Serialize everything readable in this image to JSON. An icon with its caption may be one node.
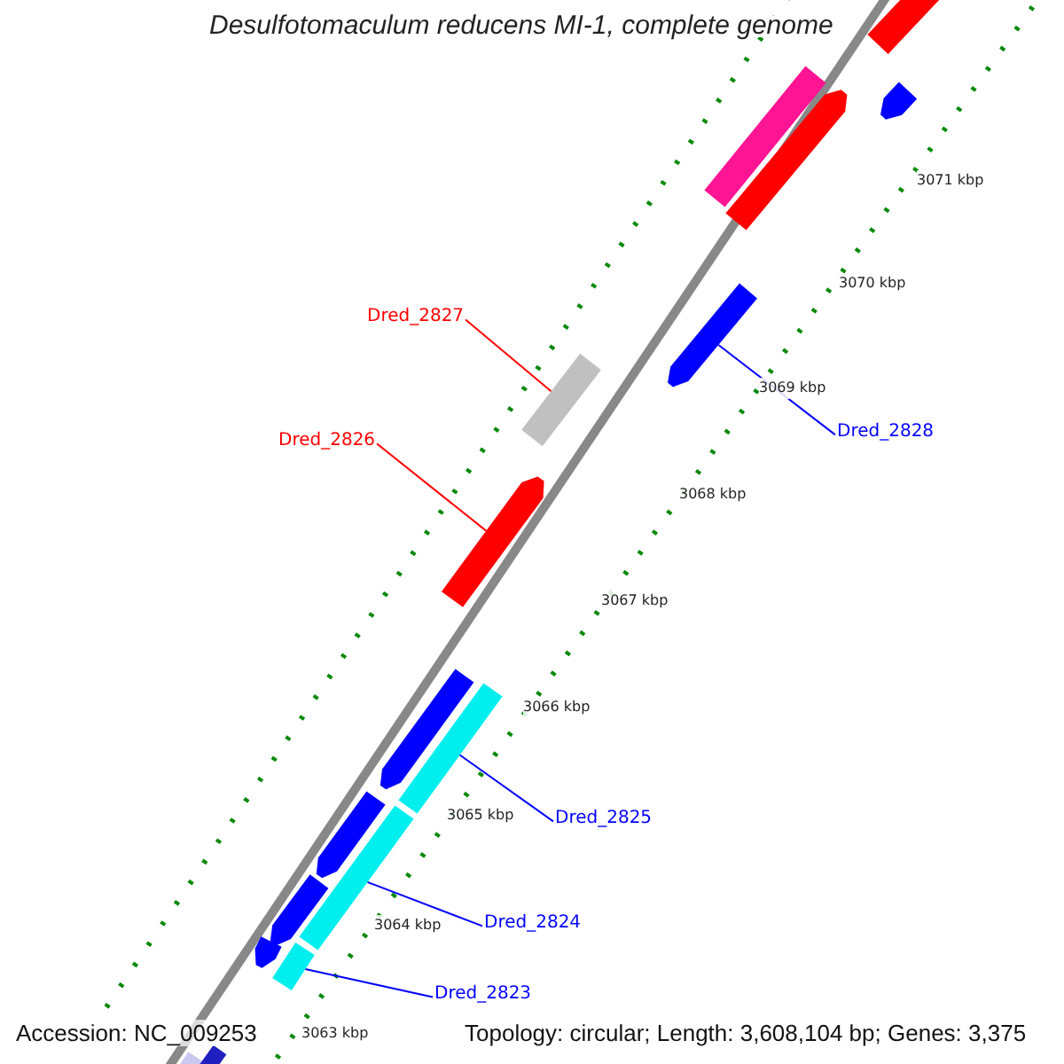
{
  "diagram": {
    "title": "Desulfotomaculum reducens MI-1, complete genome",
    "nodes": [
      {
        "text": [
          "Dred_2827"
        ]
      },
      {
        "text": [
          "Dred_2826"
        ]
      },
      {
        "text": [
          "Dred_2828"
        ]
      },
      {
        "text": [
          "Dred_2825"
        ]
      },
      {
        "text": [
          "Dred_2824"
        ]
      },
      {
        "text": [
          "Dred_2823"
        ]
      },
      {
        "text": [],
        "shape": "bar"
      },
      {
        "text": [],
        "shape": "bar"
      },
      {
        "text": [],
        "shape": "bar"
      },
      {
        "text": [],
        "shape": "bar"
      },
      {
        "text": [],
        "shape": "bar"
      },
      {
        "text": [],
        "shape": "bar"
      },
      {
        "text": [],
        "shape": "bar"
      },
      {
        "text": [],
        "shape": "bar"
      },
      {
        "text": [],
        "shape": "bar"
      },
      {
        "text": [],
        "shape": "bar"
      },
      {
        "text": [],
        "shape": "bar"
      },
      {
        "text": [],
        "shape": "bar"
      },
      {
        "text": [],
        "shape": "bar"
      },
      {
        "text": [],
        "shape": "bar"
      },
      {
        "text": [],
        "shape": "bar"
      },
      {
        "text": [],
        "shape": "bar"
      }
    ],
    "edges": [
      {
        "from": 0,
        "to": 6,
        "arrow": "none",
        "color": "#ff0000"
      },
      {
        "from": 1,
        "to": 7,
        "arrow": "none",
        "color": "#ff0000"
      },
      {
        "from": 2,
        "to": 8,
        "arrow": "none"
      },
      {
        "from": 3,
        "to": 9,
        "arrow": "none"
      },
      {
        "from": 4,
        "to": 10,
        "arrow": "none"
      },
      {
        "from": 5,
        "to": 11,
        "arrow": "none"
      }
    ],
    "labels": [
      "3071 kbp",
      "3070 kbp",
      "3069 kbp",
      "3068 kbp",
      "3067 kbp",
      "3066 kbp",
      "3065 kbp",
      "3064 kbp",
      "3063 kbp",
      "Accession: NC_009253",
      "Topology: circular; Length: 3,608,104 bp; Genes: 3,375"
    ]
  }
}
